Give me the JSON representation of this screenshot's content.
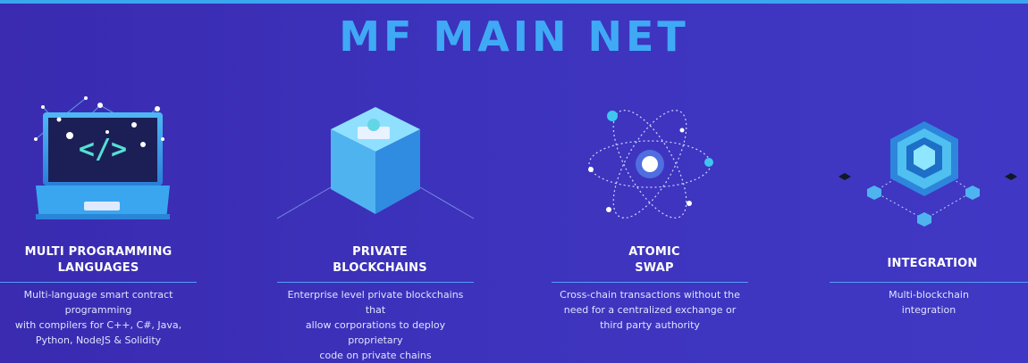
{
  "header": {
    "title": "MF MAIN NET"
  },
  "features": [
    {
      "heading_line1": "MULTI PROGRAMMING",
      "heading_line2": "LANGUAGES",
      "desc_line1": "Multi-language smart contract programming",
      "desc_line2": "with compilers for C++, C#, Java,",
      "desc_line3": "Python, NodeJS & Solidity",
      "icon": "laptop-code-icon",
      "code_glyph": "</>"
    },
    {
      "heading_line1": "PRIVATE",
      "heading_line2": "BLOCKCHAINS",
      "desc_line1": "Enterprise level private blockchains that",
      "desc_line2": "allow corporations to deploy proprietary",
      "desc_line3": "code on private chains",
      "icon": "blockchain-cube-icon"
    },
    {
      "heading_line1": "ATOMIC",
      "heading_line2": "SWAP",
      "desc_line1": "Cross-chain transactions without the",
      "desc_line2": "need for a centralized exchange or",
      "desc_line3": "third party authority",
      "icon": "atom-orbit-icon"
    },
    {
      "heading_line1": "INTEGRATION",
      "desc_line1": "Multi-blockchain",
      "desc_line2": "integration",
      "icon": "integration-hub-icon"
    }
  ],
  "colors": {
    "accent": "#3fa9f5",
    "background": "#3d33bd",
    "rule": "#5aa8ff"
  }
}
